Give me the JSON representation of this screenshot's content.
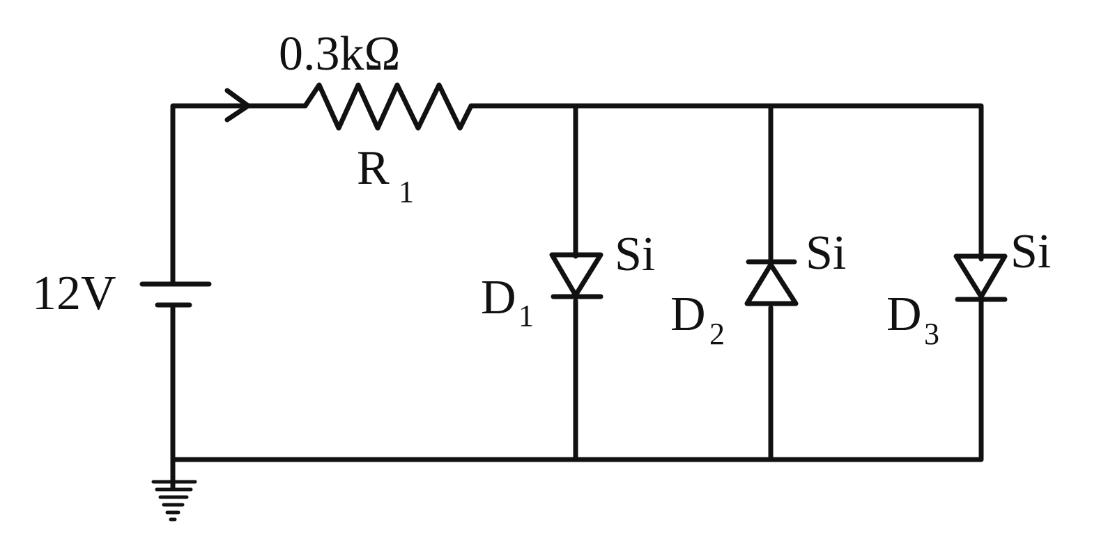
{
  "colors": {
    "line": "#111111",
    "background": "#ffffff"
  },
  "source": {
    "label": "12V"
  },
  "resistor": {
    "value_label": "0.3kΩ",
    "name": "R",
    "name_sub": "1"
  },
  "diodes": [
    {
      "name": "D",
      "sub": "1",
      "material": "Si",
      "orientation": "cathode-down"
    },
    {
      "name": "D",
      "sub": "2",
      "material": "Si",
      "orientation": "cathode-up"
    },
    {
      "name": "D",
      "sub": "3",
      "material": "Si",
      "orientation": "cathode-down"
    }
  ],
  "icons": {
    "current_arrow": "arrow-right-icon",
    "ground": "ground-icon",
    "battery": "battery-icon"
  }
}
